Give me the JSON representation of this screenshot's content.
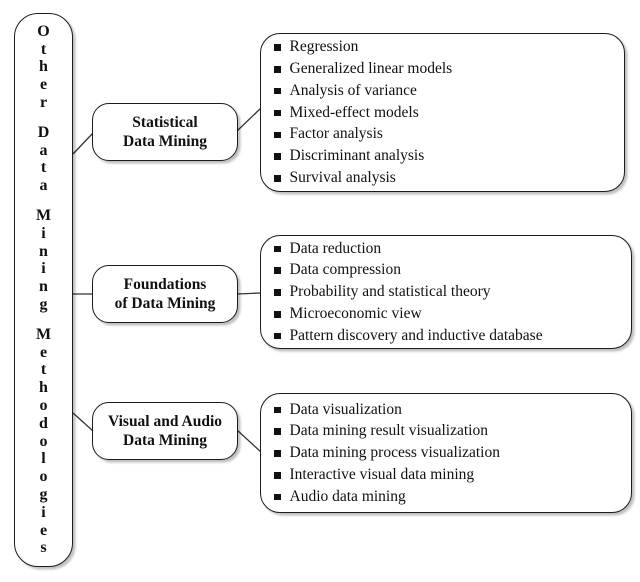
{
  "diagram": {
    "title": "Other data mining methodologies diagram",
    "root": {
      "label": "Other Data Mining Methodologies"
    },
    "branches": [
      {
        "label": "Statistical\nData Mining",
        "items": [
          "Regression",
          "Generalized linear models",
          "Analysis of variance",
          "Mixed-effect models",
          "Factor analysis",
          "Discriminant analysis",
          "Survival analysis"
        ]
      },
      {
        "label": "Foundations\nof Data Mining",
        "items": [
          "Data reduction",
          "Data compression",
          "Probability and statistical theory",
          "Microeconomic view",
          "Pattern discovery and inductive database"
        ]
      },
      {
        "label": "Visual and Audio\nData Mining",
        "items": [
          "Data visualization",
          "Data mining result visualization",
          "Data mining process visualization",
          "Interactive visual data mining",
          "Audio data mining"
        ]
      }
    ],
    "colors": {
      "stroke": "#1c1c1c",
      "fill": "#ffffff",
      "text": "#111111",
      "shadow": "#c9c9c9",
      "background": "#ffffff"
    }
  }
}
